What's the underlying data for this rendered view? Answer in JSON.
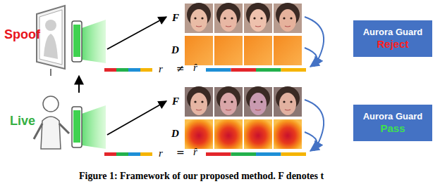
{
  "diagram": {
    "caption": "Figure 1: Framework of our proposed method. F denotes t",
    "nodes": [
      {
        "text": [
          "Aurora Guard",
          "Reject"
        ]
      },
      {
        "text": [
          "Aurora Guard",
          "Pass"
        ]
      }
    ],
    "labels": [
      "Spoof",
      "F",
      "D",
      "r",
      "≠",
      "r̂",
      "Live",
      "F",
      "D",
      "r",
      "=",
      "r̂"
    ]
  }
}
